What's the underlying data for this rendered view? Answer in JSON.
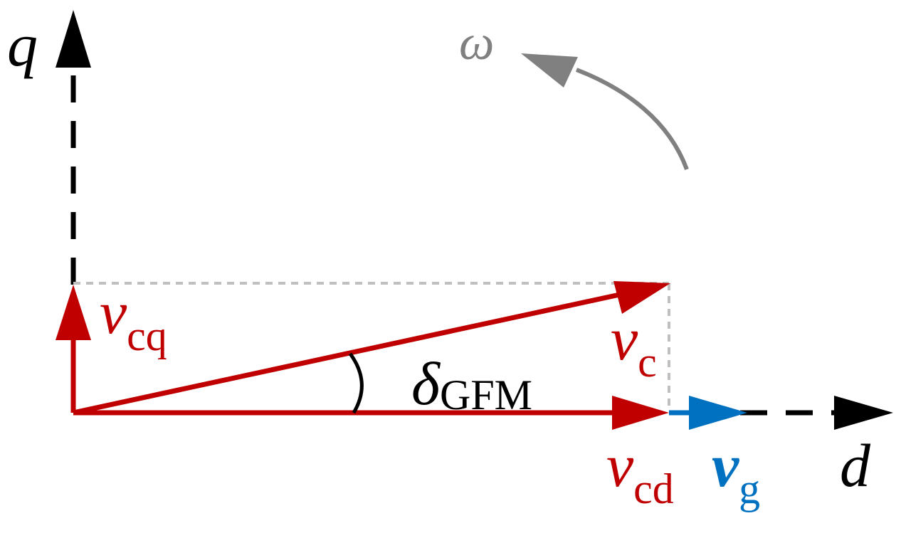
{
  "axes": {
    "q_label": "q",
    "d_label": "d"
  },
  "rotation": {
    "label": "ω"
  },
  "vectors": {
    "vc": {
      "symbol": "v",
      "subscript": "c"
    },
    "vcd": {
      "symbol": "v",
      "subscript": "cd"
    },
    "vcq": {
      "symbol": "v",
      "subscript": "cq"
    },
    "vg": {
      "symbol": "v",
      "subscript": "g"
    }
  },
  "angle": {
    "symbol": "δ",
    "subscript": "GFM"
  },
  "colors": {
    "axis": "#000000",
    "converter_voltage": "#c00000",
    "grid_voltage": "#0070c0",
    "projection": "#bfbfbf",
    "rotation": "#808080"
  }
}
